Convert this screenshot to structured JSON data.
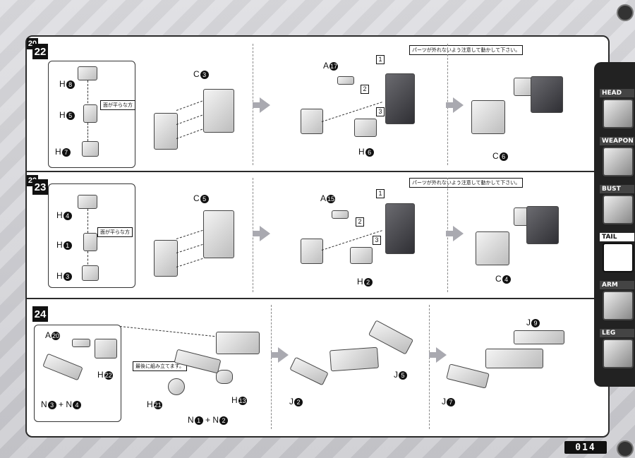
{
  "page_number": "014",
  "note_text": "パーツが外れないよう注意して動かして下さい。",
  "flat_side_note": "面が平らな方",
  "assemble_last_note": "最後に組み立てます。",
  "sidebar": [
    "HEAD",
    "WEAPON",
    "BUST",
    "TAIL",
    "ARM",
    "LEG"
  ],
  "active_sidebar": "TAIL",
  "steps": {
    "s22": {
      "num": "22",
      "h_top": "H",
      "h_top_n": "8",
      "h_mid": "H",
      "h_mid_n": "5",
      "h_bot": "H",
      "h_bot_n": "7",
      "c": "C",
      "c_n": "3",
      "a": "A",
      "a_n": "17",
      "block": "20",
      "h2": "H",
      "h2_n": "6",
      "c2": "C",
      "c2_n": "6"
    },
    "s23": {
      "num": "23",
      "h_top": "H",
      "h_top_n": "4",
      "h_mid": "H",
      "h_mid_n": "1",
      "h_bot": "H",
      "h_bot_n": "3",
      "c": "C",
      "c_n": "5",
      "a": "A",
      "a_n": "15",
      "block": "20",
      "h2": "H",
      "h2_n": "2",
      "c2": "C",
      "c2_n": "4"
    },
    "s24": {
      "num": "24",
      "a": "A",
      "a_n": "20",
      "h22": "H",
      "h22_n": "22",
      "n_left": "N",
      "n_left_a": "3",
      "plus": "+",
      "n_left_b": "4",
      "h21": "H",
      "h21_n": "21",
      "n_mid_a": "1",
      "n_mid_b": "2",
      "h13": "H",
      "h13_n": "13",
      "j2": "J",
      "j2_n": "2",
      "j5": "J",
      "j5_n": "5",
      "j9": "J",
      "j9_n": "9",
      "j7": "J",
      "j7_n": "7"
    }
  },
  "box_nums": [
    "1",
    "2",
    "3"
  ]
}
